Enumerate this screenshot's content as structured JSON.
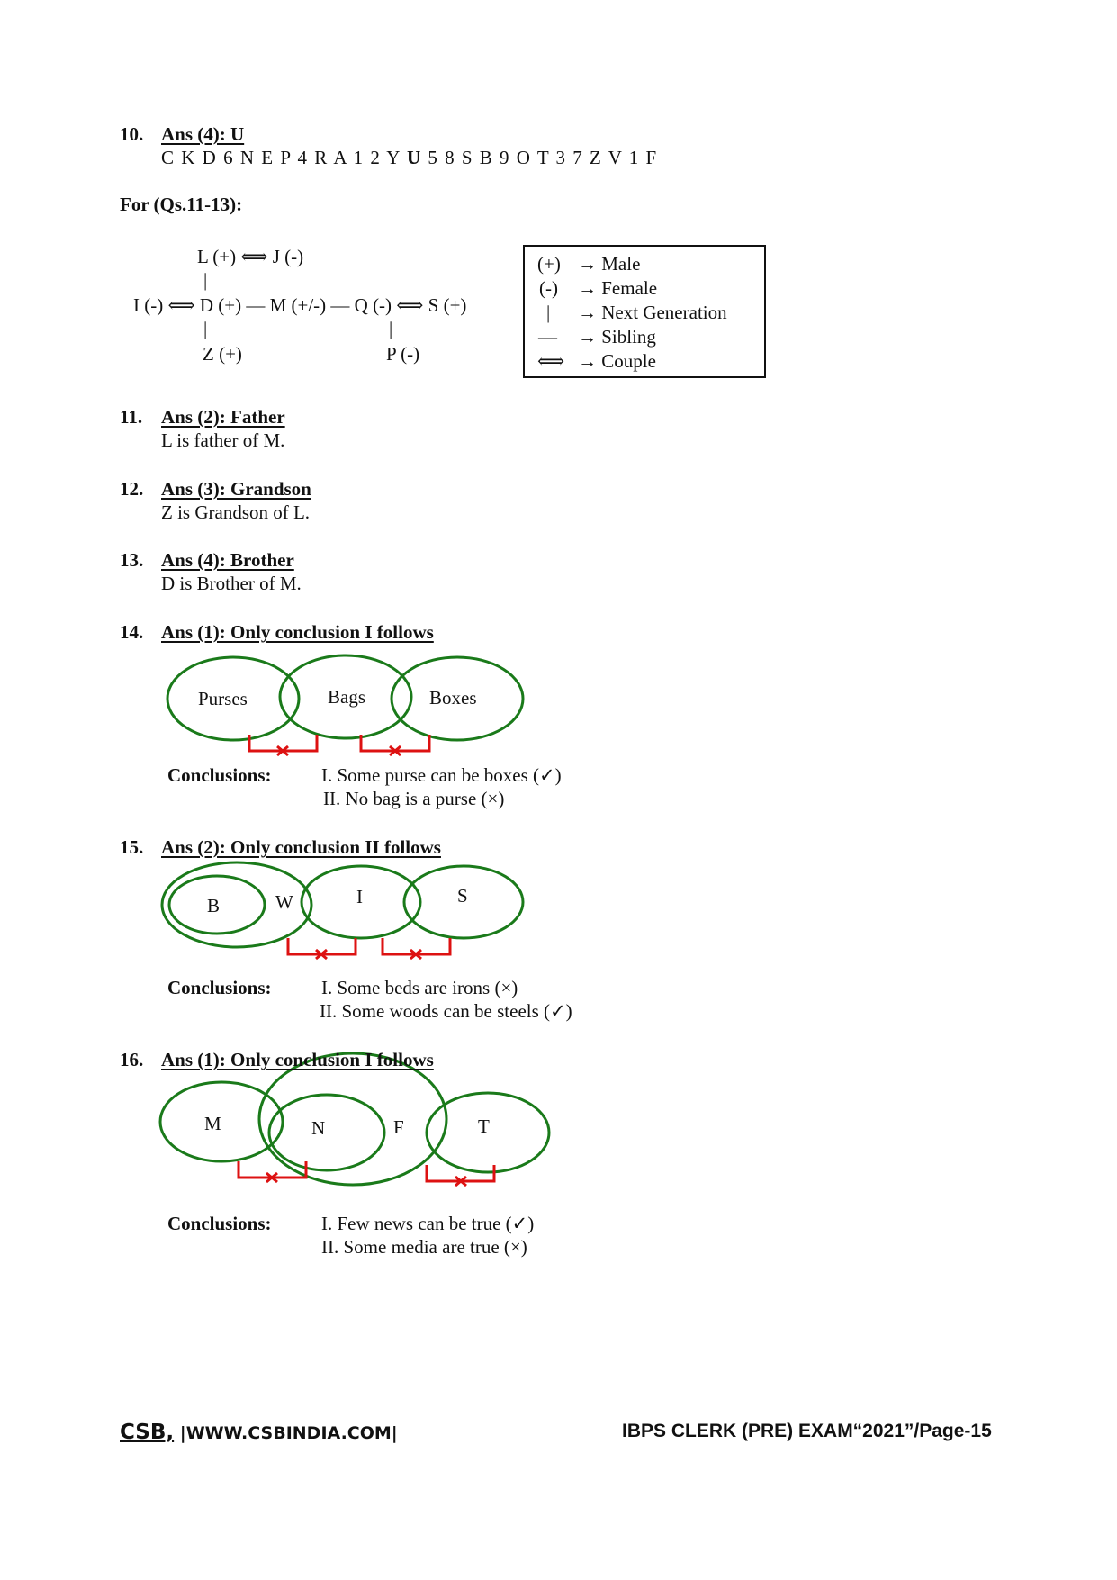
{
  "q10": {
    "num": "10.",
    "ans": "Ans (4): U",
    "seq_before": "C K D 6 N E P 4 R A 1 2 Y ",
    "seq_bold": "U",
    "seq_after": " 5 8 S B 9 O T 3 7 Z V 1 F"
  },
  "for_qs": "For (Qs.11-13):",
  "family_tree": {
    "top": "L (+) ⟺ J (-)",
    "middle": "I (-) ⟺ D (+) — M (+/-) — Q (-) ⟺ S (+)",
    "bottom_left": "Z (+)",
    "bottom_right": "P (-)",
    "bar": "|"
  },
  "legend": [
    {
      "symbol": "(+)",
      "meaning": "→ Male"
    },
    {
      "symbol": "(-)",
      "meaning": "→ Female"
    },
    {
      "symbol": "|",
      "meaning": "→ Next Generation"
    },
    {
      "symbol": "—",
      "meaning": "→ Sibling"
    },
    {
      "symbol": "⟺",
      "meaning": "→ Couple"
    }
  ],
  "q11": {
    "num": "11.",
    "ans": "Ans (2): Father",
    "text": "L is father of M."
  },
  "q12": {
    "num": "12.",
    "ans": "Ans (3): Grandson",
    "text": "Z is Grandson of L."
  },
  "q13": {
    "num": "13.",
    "ans": "Ans (4): Brother",
    "text": "D is Brother of M."
  },
  "q14": {
    "num": "14.",
    "ans": "Ans (1): Only conclusion I follows",
    "labels": [
      "Purses",
      "Bags",
      "Boxes"
    ],
    "conclusions_label": "Conclusions:",
    "c1": "I. Some purse can be boxes (✓)",
    "c2": "II. No bag is a purse (×)"
  },
  "q15": {
    "num": "15.",
    "ans": "Ans (2): Only conclusion II follows",
    "labels": [
      "B",
      "W",
      "I",
      "S"
    ],
    "conclusions_label": "Conclusions:",
    "c1": "I. Some beds are irons (×)",
    "c2": "II. Some woods can be steels (✓)"
  },
  "q16": {
    "num": "16.",
    "ans": "Ans (1): Only conclusion I follows",
    "labels": [
      "M",
      "N",
      "F",
      "T"
    ],
    "conclusions_label": "Conclusions:",
    "c1": "I. Few news can be true (✓)",
    "c2": "II. Some media are true (×)"
  },
  "footer": {
    "brand": "CSB,",
    "site": " |WWW.CSBINDIA.COM|",
    "right": "IBPS CLERK (PRE) EXAM“2021”/Page-15"
  },
  "colors": {
    "circle": "#1a7a1a",
    "cross_mark": "#dd1111",
    "text": "#111111"
  }
}
